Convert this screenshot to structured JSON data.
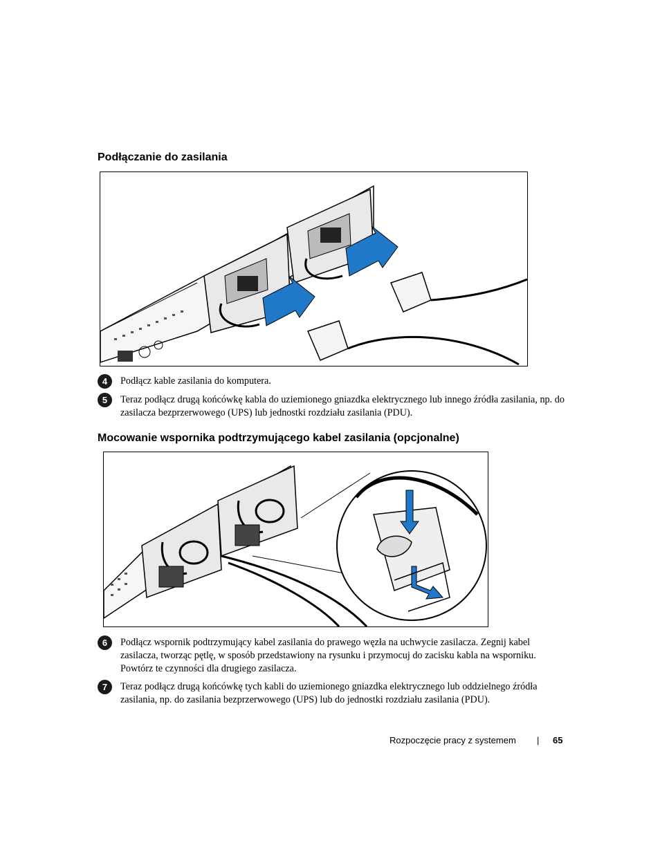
{
  "sections": {
    "power": {
      "title": "Podłączanie do zasilania"
    },
    "bracket": {
      "title": "Mocowanie wspornika podtrzymującego kabel zasilania (opcjonalne)"
    }
  },
  "steps": [
    {
      "number": "4",
      "text": "Podłącz kable zasilania do komputera."
    },
    {
      "number": "5",
      "text": "Teraz podłącz drugą końcówkę kabla do uziemionego gniazdka elektrycznego lub innego źródła zasilania, np. do zasilacza bezprzerwowego (UPS) lub jednostki rozdziału zasilania (PDU)."
    },
    {
      "number": "6",
      "text": "Podłącz wspornik podtrzymujący kabel zasilania do prawego węzła na uchwycie zasilacza. Zegnij kabel zasilacza, tworząc pętlę, w sposób przedstawiony na rysunku i przymocuj do zacisku kabla na wsporniku. Powtórz te czynności dla drugiego zasilacza."
    },
    {
      "number": "7",
      "text": "Teraz podłącz drugą końcówkę tych kabli do uziemionego gniazdka elektrycznego lub oddzielnego źródła zasilania, np. do zasilania bezprzerwowego (UPS) lub do jednostki rozdziału zasilania (PDU)."
    }
  ],
  "footer": {
    "chapter": "Rozpoczęcie pracy z systemem",
    "separator": "|",
    "page_number": "65"
  },
  "colors": {
    "arrow_blue": "#1f78c8",
    "line": "#000000"
  }
}
